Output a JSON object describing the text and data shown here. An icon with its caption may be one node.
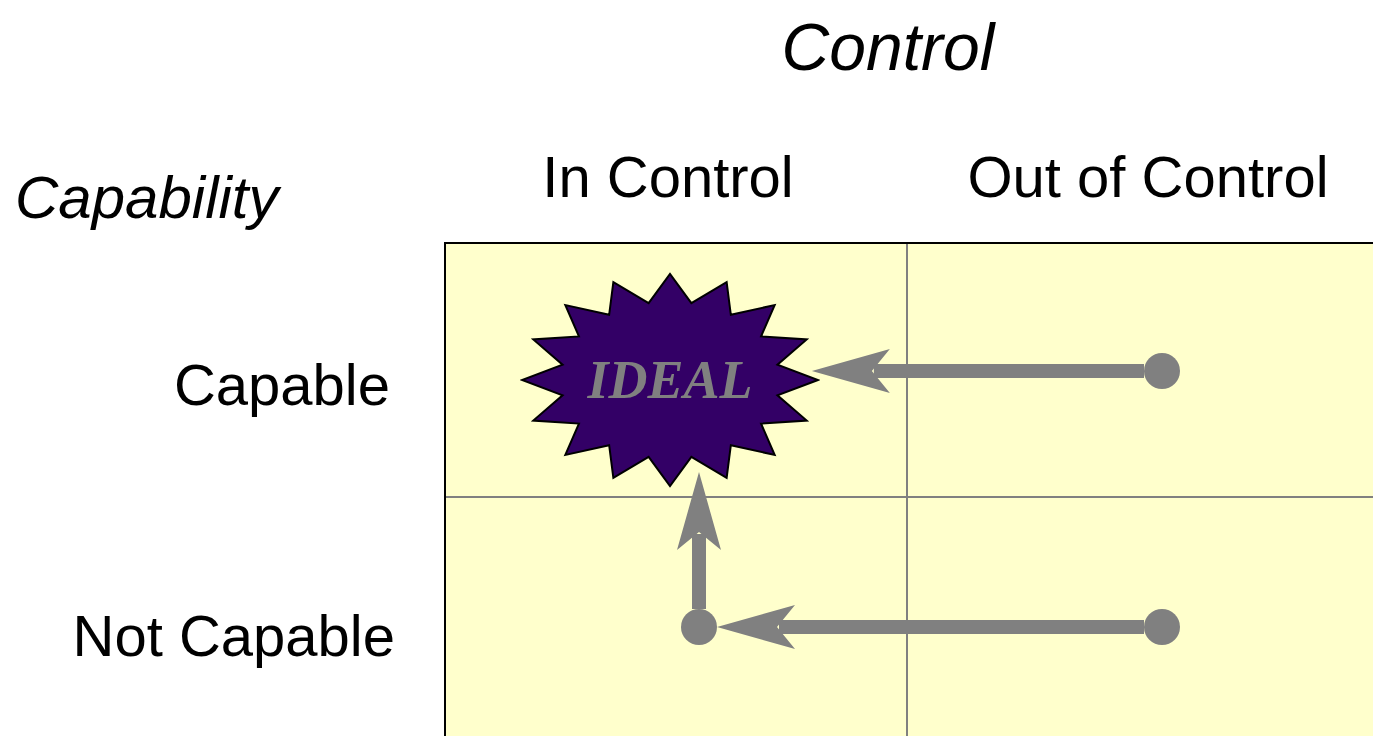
{
  "diagram": {
    "nodes": [
      {
        "text": [
          "IDEAL"
        ]
      },
      {
        "text": [],
        "shape": "circle"
      },
      {
        "text": [],
        "shape": "circle"
      },
      {
        "text": [],
        "shape": "circle"
      }
    ],
    "edges": [
      {
        "from": 1,
        "to": 0,
        "arrow": "to"
      },
      {
        "from": 2,
        "to": 3,
        "arrow": "to"
      },
      {
        "from": 3,
        "to": 0,
        "arrow": "to"
      }
    ],
    "labels": [
      "Control",
      "Capability",
      "In Control",
      "Out of Control",
      "Capable",
      "Not Capable"
    ]
  }
}
